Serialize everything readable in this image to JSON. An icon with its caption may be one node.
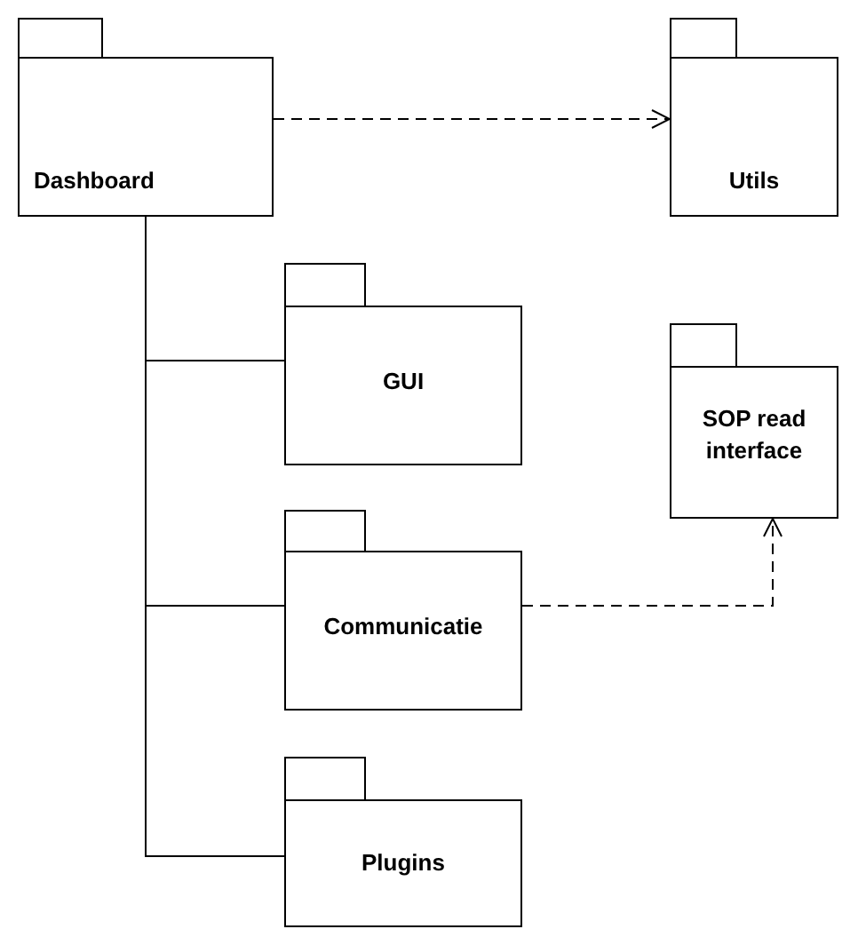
{
  "diagram": {
    "nodes": [
      {
        "text": [
          "Dashboard"
        ]
      },
      {
        "text": [
          "Utils"
        ]
      },
      {
        "text": [
          "GUI"
        ]
      },
      {
        "text": [
          "SOP read interface"
        ]
      },
      {
        "text": [
          "Communicatie"
        ]
      },
      {
        "text": [
          "Plugins"
        ]
      }
    ],
    "edges": [
      {
        "from": 0,
        "to": 1,
        "arrow": "to",
        "style": "dashed"
      },
      {
        "from": 0,
        "to": 2,
        "arrow": "none"
      },
      {
        "from": 0,
        "to": 4,
        "arrow": "none"
      },
      {
        "from": 0,
        "to": 5,
        "arrow": "none"
      },
      {
        "from": 4,
        "to": 3,
        "arrow": "to",
        "style": "dashed"
      }
    ]
  }
}
